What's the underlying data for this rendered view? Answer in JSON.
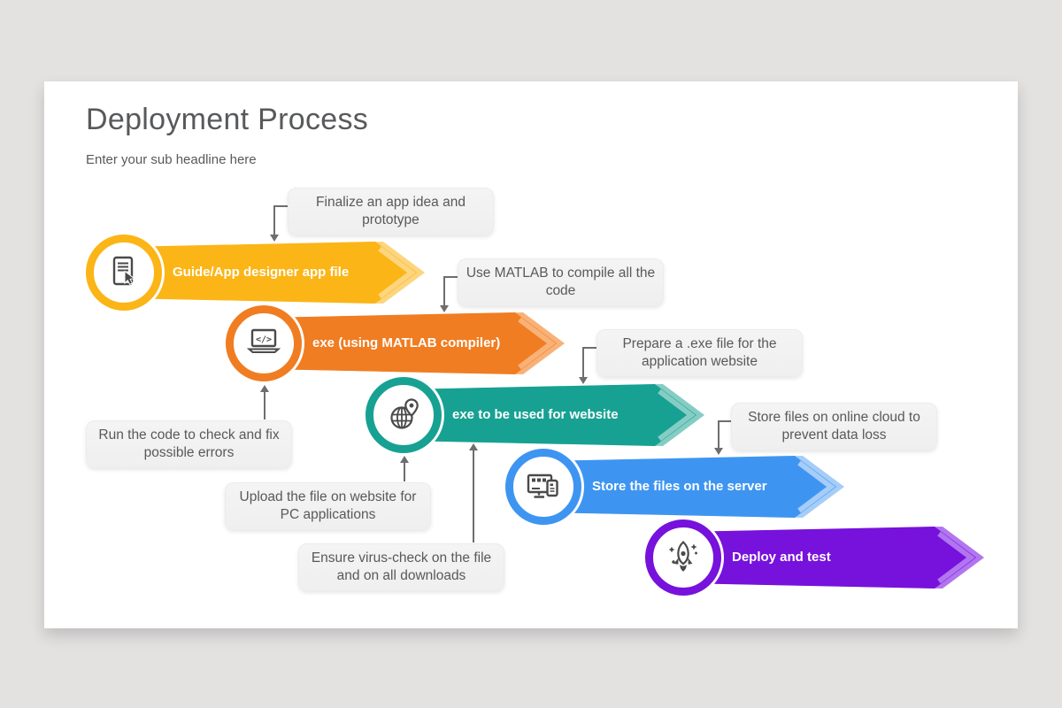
{
  "slide": {
    "title": "Deployment Process",
    "subtitle": "Enter your sub headline here"
  },
  "steps": [
    {
      "label": "Guide/App designer app file",
      "icon": "tablet-touch-icon",
      "color": "#FBB516",
      "color_light": "#FDD57E"
    },
    {
      "label": "exe (using MATLAB compiler)",
      "icon": "laptop-code-icon",
      "color": "#F07D22",
      "color_light": "#F8B277"
    },
    {
      "label": "exe to be used for website",
      "icon": "globe-pin-icon",
      "color": "#17A192",
      "color_light": "#85CDC4"
    },
    {
      "label": "Store the files on the server",
      "icon": "monitor-phone-icon",
      "color": "#3E95F1",
      "color_light": "#A5CDF8"
    },
    {
      "label": "Deploy and test",
      "icon": "rocket-icon",
      "color": "#7711DC",
      "color_light": "#B176EF"
    }
  ],
  "callouts": [
    {
      "text": "Finalize an app idea and prototype"
    },
    {
      "text": "Use MATLAB to compile all the code"
    },
    {
      "text": "Prepare a .exe file for the application website"
    },
    {
      "text": "Store files on online cloud to prevent data loss"
    },
    {
      "text": "Run the code to check and fix possible errors"
    },
    {
      "text": "Upload the file on website for PC applications"
    },
    {
      "text": "Ensure virus-check on the file and on all downloads"
    }
  ],
  "colors": {
    "page_bg": "#E3E2E1",
    "slide_bg": "#FFFFFF",
    "title_text": "#58595B",
    "body_text": "#595959",
    "banner_text": "#FFFFFF",
    "connector": "#6E6E6E",
    "callout_bg": "#F1F1F1",
    "icon_stroke": "#4A4A4A"
  }
}
